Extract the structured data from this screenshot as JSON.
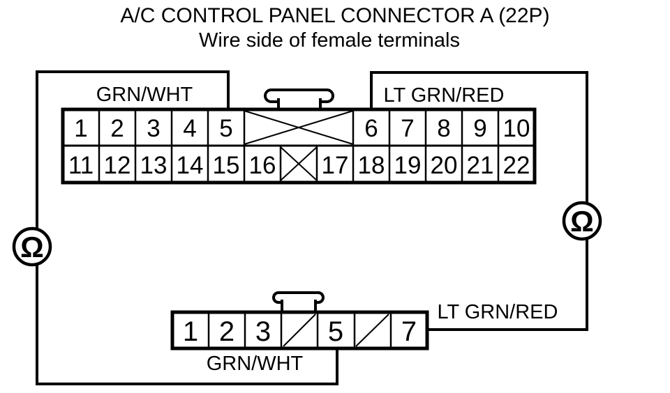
{
  "diagram": {
    "title": "A/C CONTROL PANEL CONNECTOR A (22P)",
    "subtitle": "Wire side of female terminals",
    "colors": {
      "line": "#000000",
      "background": "#ffffff"
    },
    "main_connector": {
      "top_row_pins": [
        "1",
        "2",
        "3",
        "4",
        "5",
        "6",
        "7",
        "8",
        "9",
        "10"
      ],
      "bottom_row_pins": [
        "11",
        "12",
        "13",
        "14",
        "15",
        "16",
        "17",
        "18",
        "19",
        "20",
        "21",
        "22"
      ],
      "left_wire_label": "GRN/WHT",
      "right_wire_label": "LT GRN/RED"
    },
    "sub_connector": {
      "pins": [
        "1",
        "2",
        "3",
        "5",
        "7"
      ],
      "bottom_wire_label": "GRN/WHT",
      "right_wire_label": "LT GRN/RED"
    },
    "meters": {
      "left_symbol": "Ω",
      "right_symbol": "Ω"
    }
  }
}
